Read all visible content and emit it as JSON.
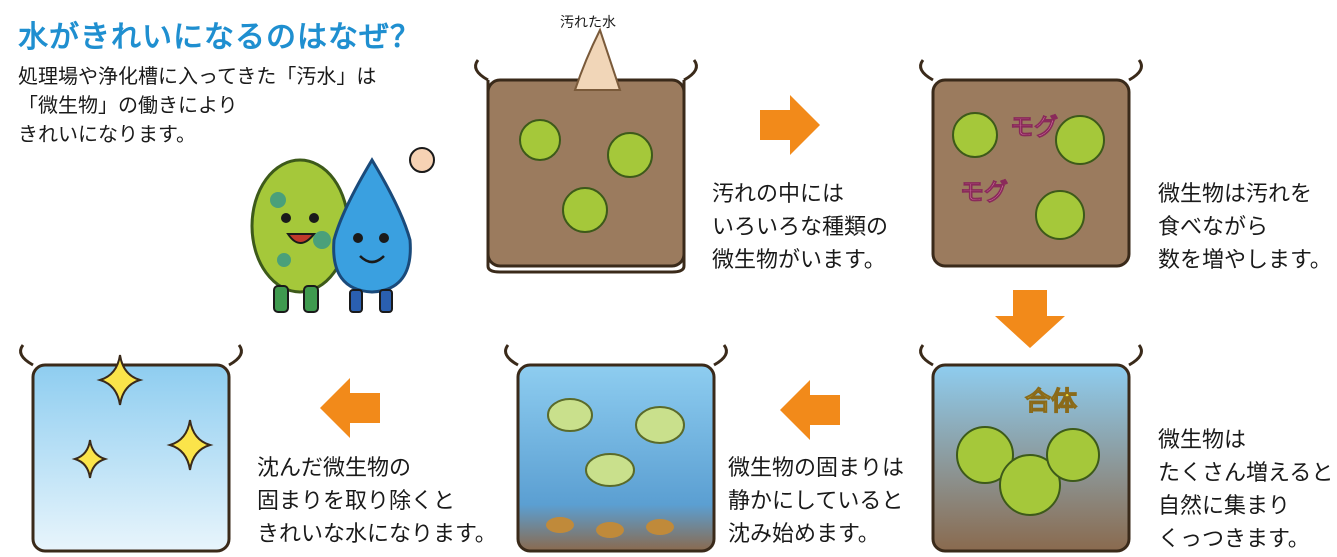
{
  "title": "水がきれいになるのはなぜ？",
  "intro": [
    "処理場や浄化槽に入ってきた「汚水」は",
    "「微生物」の働きにより",
    "きれいになります。"
  ],
  "dirty_water_label": "汚れた水",
  "steps": [
    {
      "caption": [
        "汚れの中には",
        "いろいろな種類の",
        "微生物がいます。"
      ]
    },
    {
      "caption": [
        "微生物は汚れを",
        "食べながら",
        "数を増やします。"
      ],
      "sound": [
        "モグ",
        "モグ"
      ]
    },
    {
      "caption": [
        "微生物は",
        "たくさん増えると",
        "自然に集まり",
        "くっつきます。"
      ],
      "burst": "合体"
    },
    {
      "caption": [
        "微生物の固まりは",
        "静かにしていると",
        "沈み始めます。"
      ]
    },
    {
      "caption": [
        "沈んだ微生物の",
        "固まりを取り除くと",
        "きれいな水になります。"
      ]
    }
  ],
  "colors": {
    "title": "#1f8fd0",
    "arrow": "#f28a1a",
    "dirty": "#9b7b5e",
    "microbe": "#a5c83a",
    "water_top": "#8ecdf0"
  }
}
